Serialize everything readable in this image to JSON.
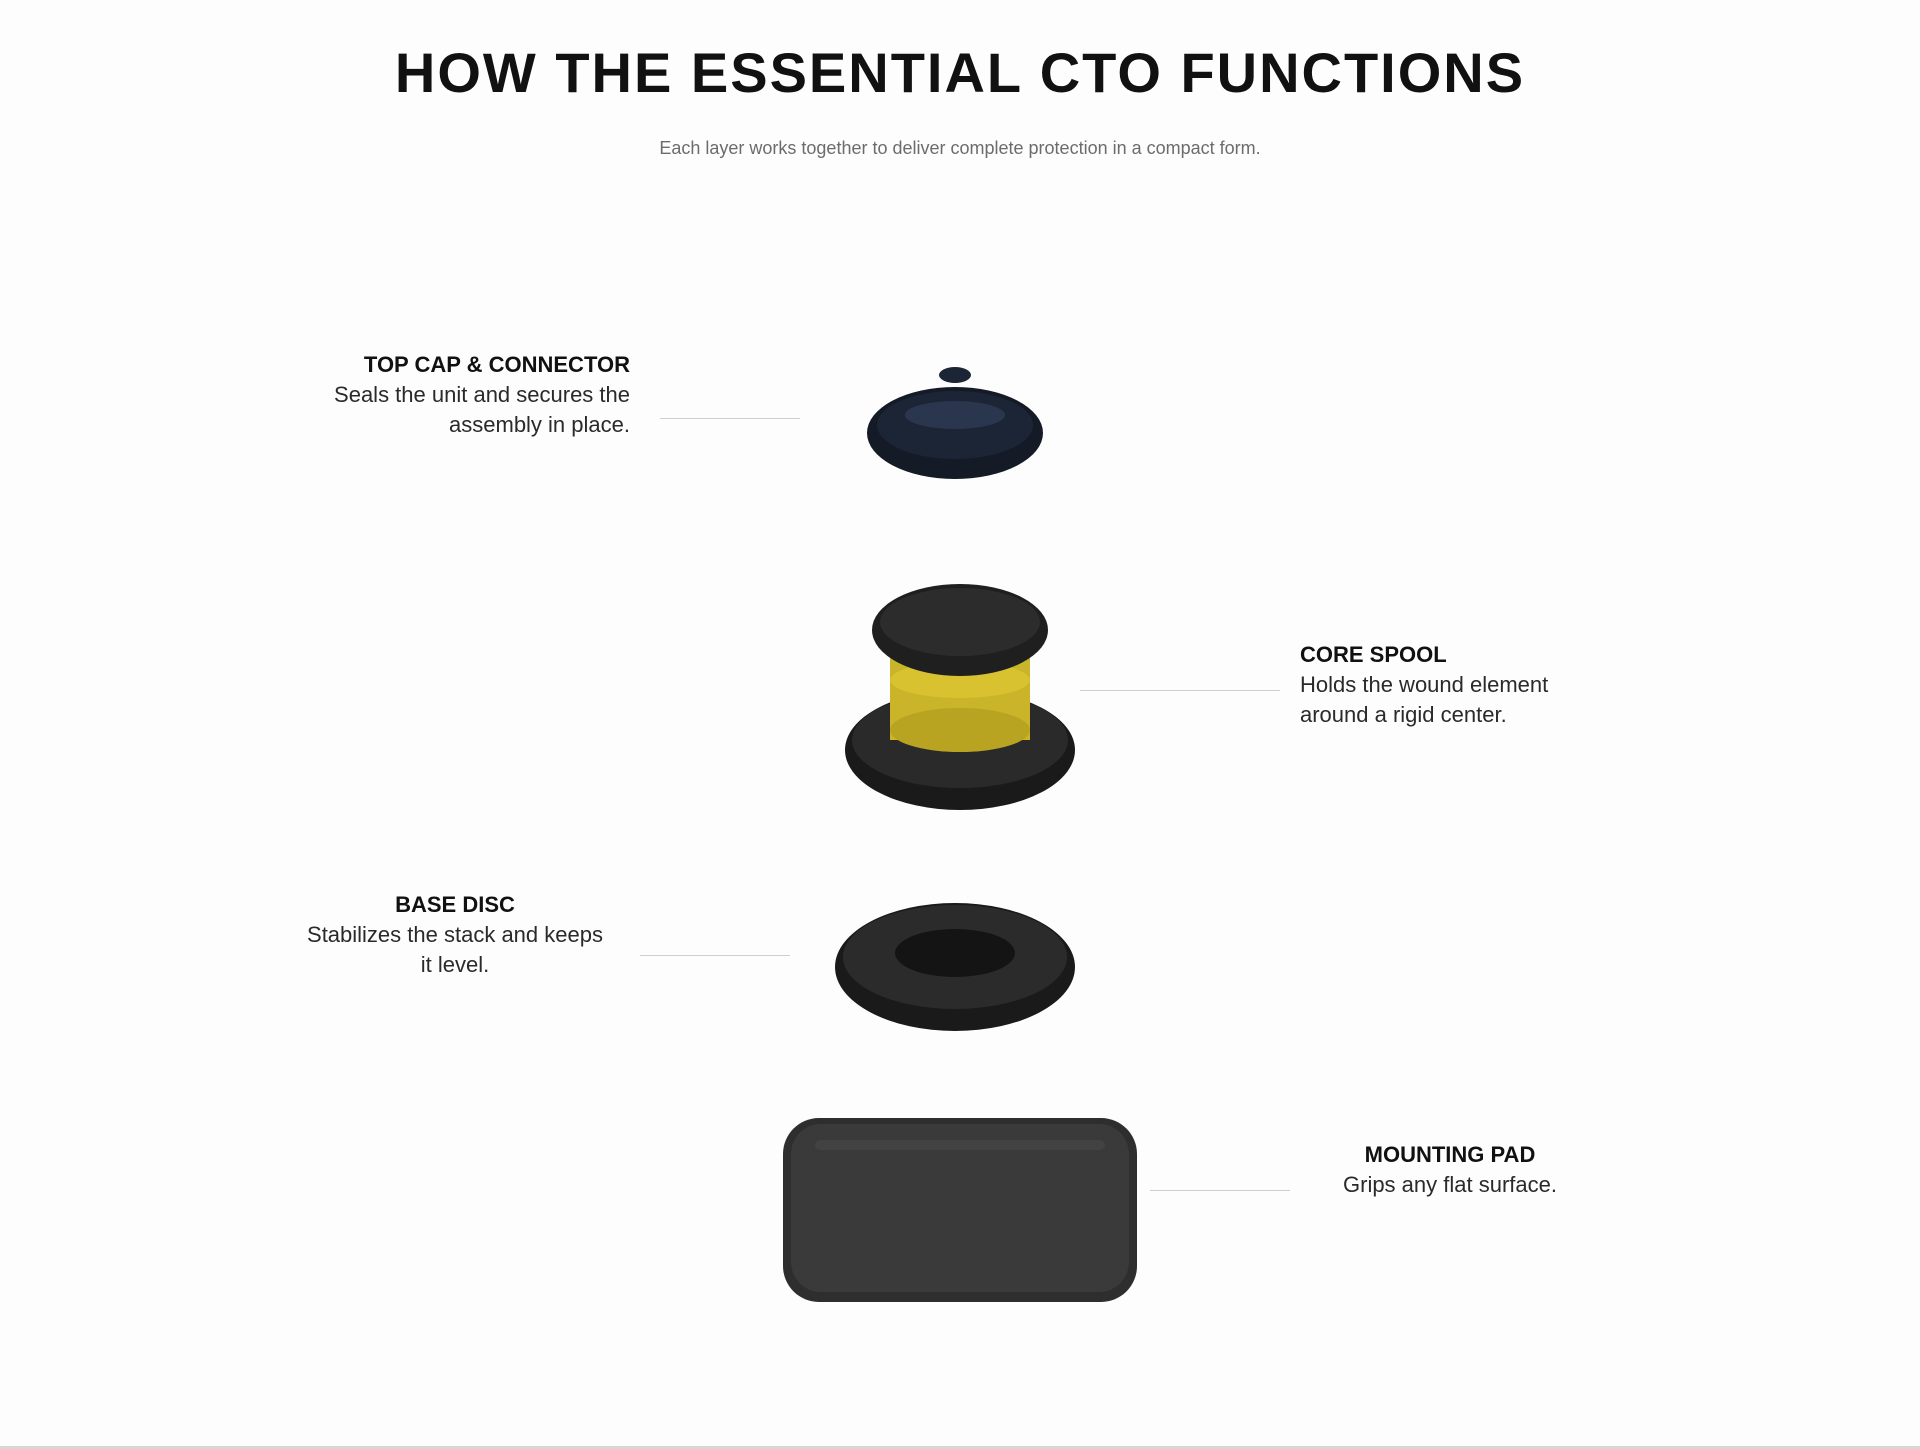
{
  "header": {
    "title": "HOW THE ESSENTIAL CTO FUNCTIONS",
    "subtitle": "Each layer works together to deliver complete protection in a compact form."
  },
  "callouts": [
    {
      "id": "top-cap",
      "heading": "TOP CAP & CONNECTOR",
      "body": "Seals the unit and secures the assembly in place."
    },
    {
      "id": "spool",
      "heading": "CORE SPOOL",
      "body": "Holds the wound element around a rigid center."
    },
    {
      "id": "base-disc",
      "heading": "BASE DISC",
      "body": "Stabilizes the stack and keeps it level."
    },
    {
      "id": "pad",
      "heading": "MOUNTING PAD",
      "body": "Grips any flat surface."
    }
  ],
  "components": [
    {
      "name": "top-cap",
      "icon": "cap-component-icon"
    },
    {
      "name": "spool",
      "icon": "spool-component-icon"
    },
    {
      "name": "base-disc",
      "icon": "disc-component-icon"
    },
    {
      "name": "pad",
      "icon": "pad-component-icon"
    }
  ],
  "colors": {
    "accent_yellow": "#d8c230",
    "component_dark": "#1f1f1f",
    "cap_blue": "#1c2536",
    "pad_gray": "#3a3a3a",
    "leader_line": "#cfcfcf"
  }
}
